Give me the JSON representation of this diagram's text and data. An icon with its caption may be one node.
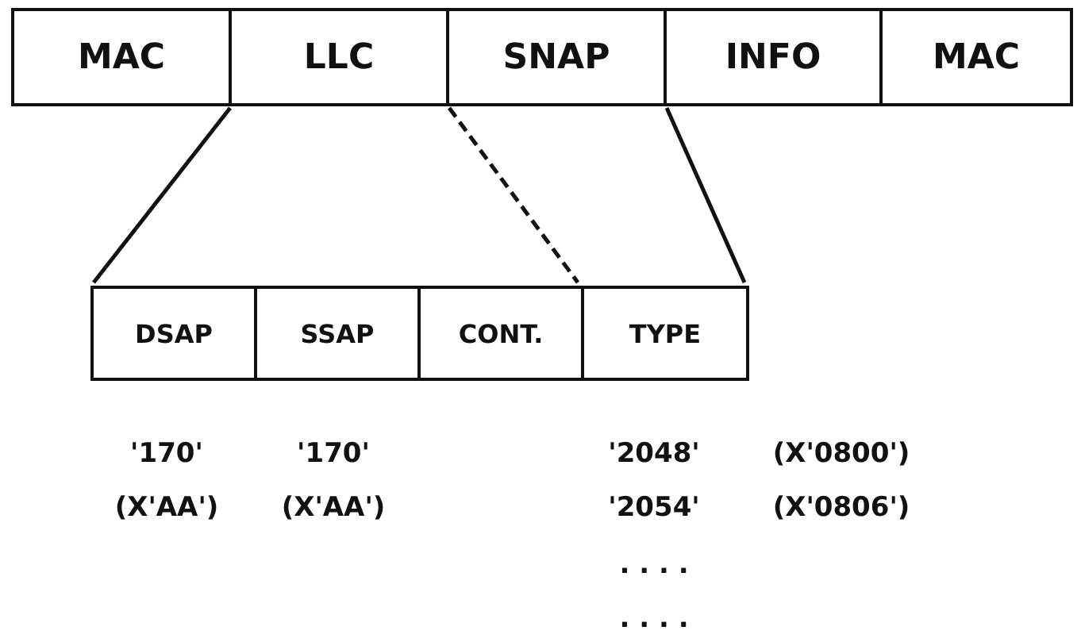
{
  "diagram": {
    "nodes": [
      {
        "text": [
          "MAC"
        ]
      },
      {
        "text": [
          "LLC"
        ]
      },
      {
        "text": [
          "SNAP"
        ]
      },
      {
        "text": [
          "INFO"
        ]
      },
      {
        "text": [
          "MAC"
        ]
      },
      {
        "text": [
          "DSAP"
        ]
      },
      {
        "text": [
          "SSAP"
        ]
      },
      {
        "text": [
          "CONT."
        ]
      },
      {
        "text": [
          "TYPE"
        ]
      }
    ],
    "edges": [
      {
        "from": 1,
        "to": 5,
        "arrow": "none"
      },
      {
        "from": 2,
        "to": 7,
        "arrow": "none",
        "style": "dashed"
      },
      {
        "from": 2,
        "to": 8,
        "arrow": "none"
      }
    ],
    "labels": [
      "'170'",
      "'170'",
      "'2048'",
      "(X'0800')",
      "(X'AA')",
      "(X'AA')",
      "'2054'",
      "(X'0806')",
      ". . . .",
      ". . . ."
    ]
  }
}
